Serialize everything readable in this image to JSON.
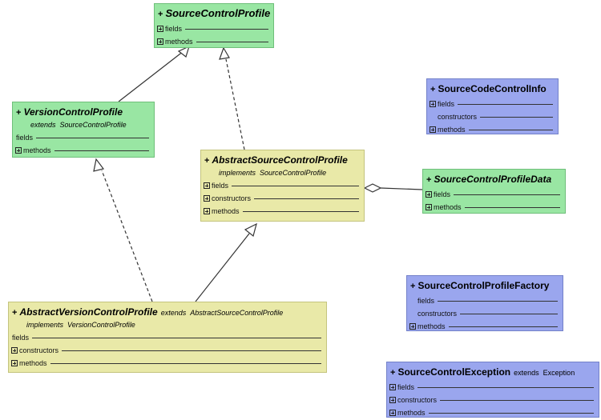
{
  "diagram": {
    "classes": {
      "source_control_profile": {
        "visibility": "+",
        "name": "SourceControlProfile",
        "sections": {
          "fields": "fields",
          "methods": "methods"
        }
      },
      "version_control_profile": {
        "visibility": "+",
        "name": "VersionControlProfile",
        "extends_keyword": "extends",
        "extends_target": "SourceControlProfile",
        "sections": {
          "fields": "fields",
          "methods": "methods"
        }
      },
      "abstract_source_control_profile": {
        "visibility": "+",
        "name": "AbstractSourceControlProfile",
        "implements_keyword": "implements",
        "implements_target": "SourceControlProfile",
        "sections": {
          "fields": "fields",
          "constructors": "constructors",
          "methods": "methods"
        }
      },
      "source_control_profile_data": {
        "visibility": "+",
        "name": "SourceControlProfileData",
        "sections": {
          "fields": "fields",
          "methods": "methods"
        }
      },
      "source_code_control_info": {
        "visibility": "+",
        "name": "SourceCodeControlInfo",
        "sections": {
          "fields": "fields",
          "constructors": "constructors",
          "methods": "methods"
        }
      },
      "abstract_version_control_profile": {
        "visibility": "+",
        "name": "AbstractVersionControlProfile",
        "extends_keyword": "extends",
        "extends_target": "AbstractSourceControlProfile",
        "implements_keyword": "implements",
        "implements_target": "VersionControlProfile",
        "sections": {
          "fields": "fields",
          "constructors": "constructors",
          "methods": "methods"
        }
      },
      "source_control_profile_factory": {
        "visibility": "+",
        "name": "SourceControlProfileFactory",
        "sections": {
          "fields": "fields",
          "constructors": "constructors",
          "methods": "methods"
        }
      },
      "source_control_exception": {
        "visibility": "+",
        "name": "SourceControlException",
        "extends_keyword": "extends",
        "extends_target": "Exception",
        "sections": {
          "fields": "fields",
          "constructors": "constructors",
          "methods": "methods"
        }
      }
    },
    "colors": {
      "interface": "#99e6a3",
      "abstract_class": "#e9e9a8",
      "class": "#9aa6ee",
      "connector": "#333333"
    },
    "relationships": [
      {
        "type": "generalization",
        "from": "VersionControlProfile",
        "to": "SourceControlProfile"
      },
      {
        "type": "realization",
        "from": "AbstractSourceControlProfile",
        "to": "SourceControlProfile"
      },
      {
        "type": "realization",
        "from": "AbstractVersionControlProfile",
        "to": "VersionControlProfile"
      },
      {
        "type": "generalization",
        "from": "AbstractVersionControlProfile",
        "to": "AbstractSourceControlProfile"
      },
      {
        "type": "aggregation",
        "from": "AbstractSourceControlProfile",
        "to": "SourceControlProfileData"
      }
    ]
  }
}
